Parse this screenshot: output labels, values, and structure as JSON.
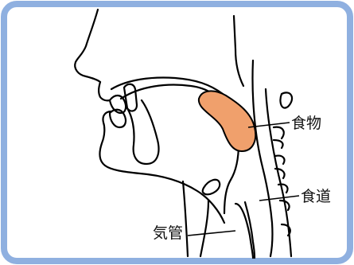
{
  "labels": {
    "food": "食物",
    "esophagus": "食道",
    "trachea": "気管"
  },
  "colors": {
    "border": "#8fb0e0",
    "food": "#f0a06c",
    "line": "#000000"
  }
}
